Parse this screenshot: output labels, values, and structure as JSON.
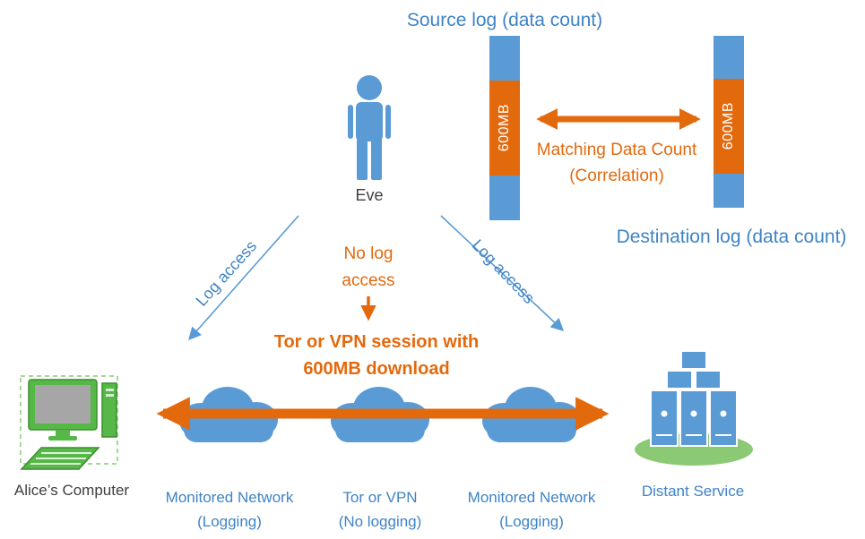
{
  "colors": {
    "shape-blue": "#5B9BD5",
    "text-blue": "#3F83C5",
    "orange": "#E3690D",
    "green": "#56B947",
    "green-dark": "#3C8D2F",
    "green-light": "#8CC974",
    "screen-gray": "#A6A6A6",
    "dark": "#3F3F3F"
  },
  "logs": {
    "source_title": "Source log (data count)",
    "destination_title": "Destination log (data count)",
    "source_segment": "600MB",
    "destination_segment": "600MB",
    "matching_line1": "Matching Data Count",
    "matching_line2": "(Correlation)"
  },
  "eve": {
    "name": "Eve",
    "left_arrow_label": "Log access",
    "right_arrow_label": "Log access",
    "no_log_line1": "No log",
    "no_log_line2": "access"
  },
  "session": {
    "line1": "Tor or VPN session with",
    "line2": "600MB download"
  },
  "nodes": {
    "alice": "Alice’s Computer",
    "network_left_line1": "Monitored Network",
    "network_left_line2": "(Logging)",
    "tor_line1": "Tor or VPN",
    "tor_line2": "(No logging)",
    "network_right_line1": "Monitored Network",
    "network_right_line2": "(Logging)",
    "distant": "Distant Service"
  }
}
